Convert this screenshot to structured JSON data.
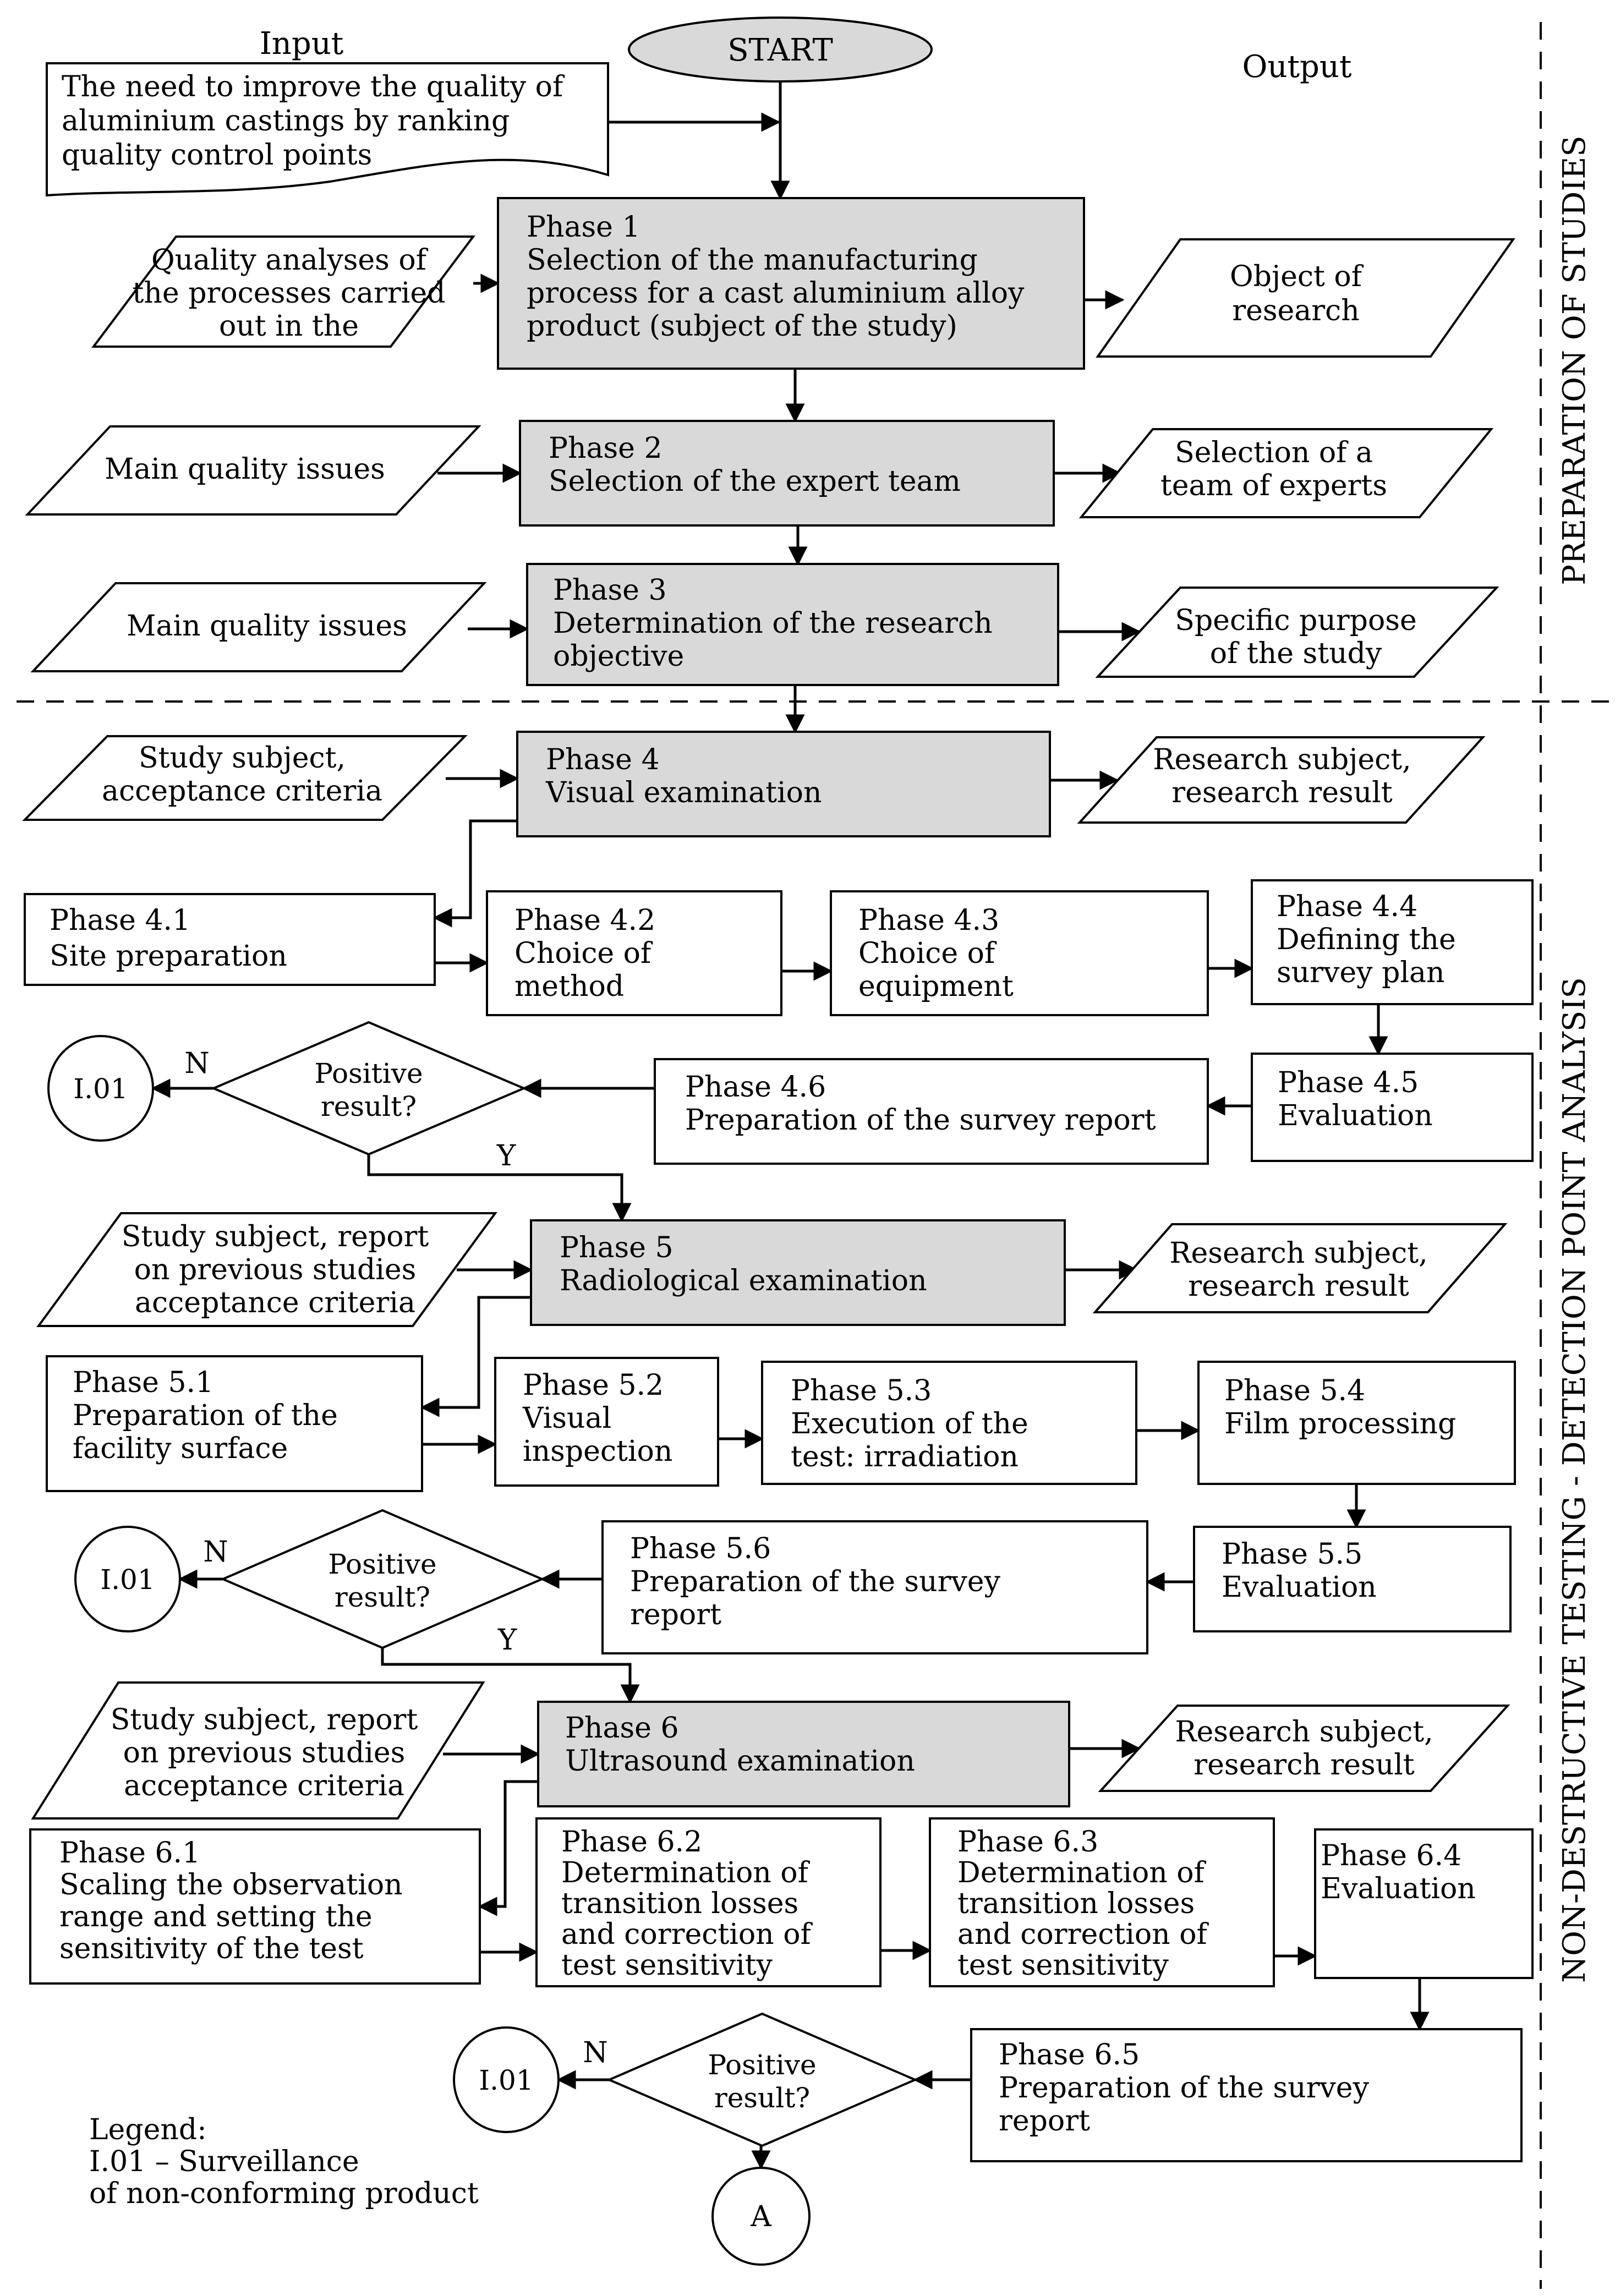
{
  "labels": {
    "input": "Input",
    "output": "Output",
    "start": "START",
    "preparation": "PREPARATION OF STUDIES",
    "ndt": "NON-DESTRUCTIVE TESTING - DETECTION POINT ANALYSIS",
    "n": "N",
    "y": "Y",
    "connector_i01": "I.01",
    "connector_a": "A"
  },
  "legend": [
    "Legend:",
    "I.01 – Surveillance",
    "of non-conforming product"
  ],
  "need": [
    "The need to improve the quality of",
    "aluminium castings by ranking",
    "quality control points"
  ],
  "inputs": {
    "p1": [
      "Quality analyses of",
      "the processes carried",
      "out in the"
    ],
    "p2": [
      "Main quality issues"
    ],
    "p3": [
      "Main quality issues"
    ],
    "p4": [
      "Study subject,",
      "acceptance criteria"
    ],
    "p5": [
      "Study subject, report",
      "on previous studies",
      "acceptance criteria"
    ],
    "p6": [
      "Study subject, report",
      "on previous studies",
      "acceptance criteria"
    ]
  },
  "outputs": {
    "p1": [
      "Object of",
      "research"
    ],
    "p2": [
      "Selection of a",
      "team of experts"
    ],
    "p3": [
      "Specific purpose",
      "of the study"
    ],
    "p4": [
      "Research subject,",
      "research result"
    ],
    "p5": [
      "Research subject,",
      "research result"
    ],
    "p6": [
      "Research subject,",
      "research result"
    ]
  },
  "phases": {
    "p1": [
      "Phase 1",
      "Selection of the manufacturing",
      "process for a cast aluminium alloy",
      "product (subject of the study)"
    ],
    "p2": [
      "Phase 2",
      "Selection of the expert team"
    ],
    "p3": [
      "Phase 3",
      "Determination of the research",
      "objective"
    ],
    "p4": [
      "Phase 4",
      "Visual examination"
    ],
    "p41": [
      "Phase 4.1",
      "Site preparation"
    ],
    "p42": [
      "Phase 4.2",
      "Choice of",
      "method"
    ],
    "p43": [
      "Phase 4.3",
      "Choice of",
      "equipment"
    ],
    "p44": [
      "Phase 4.4",
      "Defining the",
      "survey plan"
    ],
    "p45": [
      "Phase 4.5",
      "Evaluation"
    ],
    "p46": [
      "Phase 4.6",
      "Preparation of the survey report"
    ],
    "p5": [
      "Phase 5",
      "Radiological examination"
    ],
    "p51": [
      "Phase 5.1",
      "Preparation of the",
      "facility surface"
    ],
    "p52": [
      "Phase 5.2",
      "Visual",
      "inspection"
    ],
    "p53": [
      "Phase 5.3",
      "Execution of the",
      "test: irradiation"
    ],
    "p54": [
      "Phase 5.4",
      "Film processing"
    ],
    "p55": [
      "Phase 5.5",
      "Evaluation"
    ],
    "p56": [
      "Phase 5.6",
      "Preparation of the survey",
      "report"
    ],
    "p6": [
      "Phase 6",
      "Ultrasound examination"
    ],
    "p61": [
      "Phase 6.1",
      "Scaling the observation",
      "range and setting the",
      "sensitivity of the test"
    ],
    "p62": [
      "Phase 6.2",
      "Determination of",
      "transition losses",
      "and correction of",
      "test sensitivity"
    ],
    "p63": [
      "Phase 6.3",
      "Determination of",
      "transition losses",
      "and correction of",
      "test sensitivity"
    ],
    "p64": [
      "Phase 6.4",
      "Evaluation"
    ],
    "p65": [
      "Phase 6.5",
      "Preparation of the survey",
      "report"
    ]
  },
  "decisions": {
    "d4": [
      "Positive",
      "result?"
    ],
    "d5": [
      "Positive",
      "result?"
    ],
    "d6": [
      "Positive",
      "result?"
    ]
  }
}
